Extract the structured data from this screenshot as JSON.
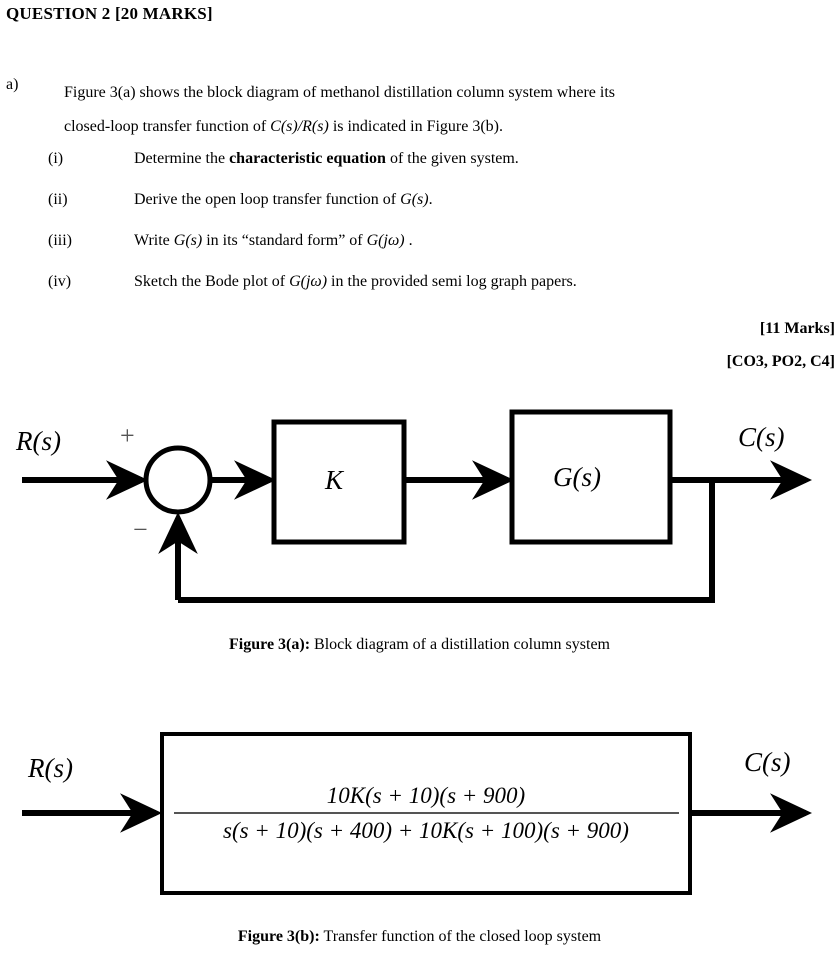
{
  "header": {
    "title": "QUESTION 2 [20 MARKS]"
  },
  "part_a": {
    "label": "a)",
    "line1": "Figure 3(a) shows the block diagram of methanol distillation column system where its",
    "line2_pre": "closed-loop transfer function of ",
    "line2_math": "C(s)/R(s)",
    "line2_post": " is indicated in Figure 3(b)."
  },
  "subitems": [
    {
      "numeral": "(i)",
      "text_pre": "Determine the ",
      "bold": "characteristic equation",
      "text_post": " of the given system."
    },
    {
      "numeral": "(ii)",
      "text_pre": "Derive the open loop transfer function of ",
      "math": "G(s)",
      "text_post": "."
    },
    {
      "numeral": "(iii)",
      "text_pre": "Write ",
      "math": "G(s)",
      "text_mid": " in its “standard form” of ",
      "math2": "G(jω)",
      "text_post": " ."
    },
    {
      "numeral": "(iv)",
      "text_pre": "Sketch the Bode plot of ",
      "math": "G(jω)",
      "text_post": " in the provided semi log graph papers."
    }
  ],
  "marks": {
    "marks_line": "[11 Marks]",
    "outcomes_line": "[CO3, PO2, C4]"
  },
  "figure_a": {
    "input_label": "R(s)",
    "output_label": "C(s)",
    "plus_sign": "+",
    "minus_sign": "−",
    "block1_label": "K",
    "block2_label": "G(s)",
    "caption_bold": "Figure 3(a):",
    "caption_text": " Block diagram of a distillation column system"
  },
  "figure_b": {
    "input_label": "R(s)",
    "output_label": "C(s)",
    "numerator": "10K(s + 10)(s + 900)",
    "denominator": "s(s + 10)(s + 400) + 10K(s + 100)(s + 900)",
    "caption_bold": "Figure 3(b):",
    "caption_text": " Transfer function of the closed loop system"
  },
  "colors": {
    "ink": "#000000",
    "paper": "#ffffff",
    "rule": "#555555"
  }
}
